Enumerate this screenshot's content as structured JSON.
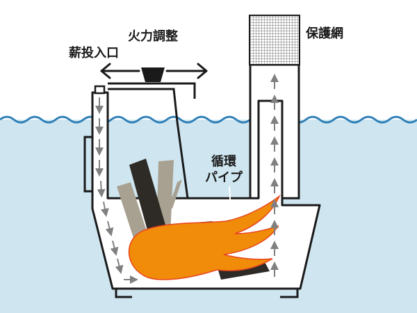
{
  "labels": {
    "fuel_inlet": "薪投入口",
    "fire_control": "火力調整",
    "protective_mesh": "保護網",
    "circulation_pipe_line1": "循環",
    "circulation_pipe_line2": "パイプ"
  },
  "colors": {
    "water": "#cfe6f0",
    "wave": "#2e7fb8",
    "flame": "#f08c0a",
    "flame_edge": "#e8451e",
    "outline": "#1a1a1a",
    "arrow": "#808080",
    "log_dark": "#2e2a26",
    "log_light": "#a8a191",
    "mesh": "#bfbfbf"
  },
  "icons": {
    "fire_control_knob": "knob-icon",
    "flow_arrow": "arrow-down-icon"
  }
}
